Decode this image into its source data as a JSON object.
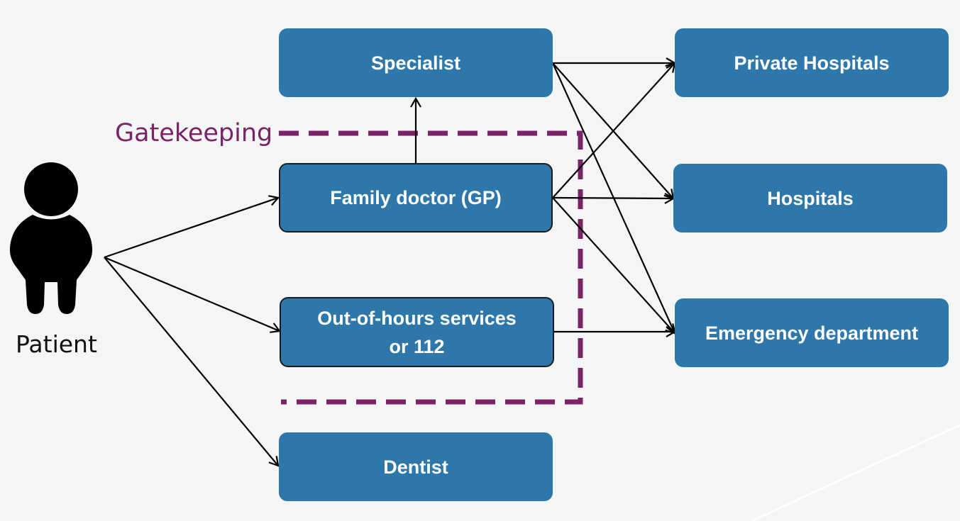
{
  "nodes": {
    "specialist": "Specialist",
    "gp": "Family doctor (GP)",
    "out_of_hours": "Out-of-hours services\nor 112",
    "dentist": "Dentist",
    "private_hospitals": "Private Hospitals",
    "hospitals": "Hospitals",
    "emergency": "Emergency department"
  },
  "labels": {
    "gatekeeping": "Gatekeeping",
    "patient": "Patient"
  },
  "colors": {
    "box_fill": "#2e77ab",
    "gatekeeping": "#7a2367",
    "background": "#f4f6f6"
  },
  "icons": {
    "patient": "person-icon"
  }
}
